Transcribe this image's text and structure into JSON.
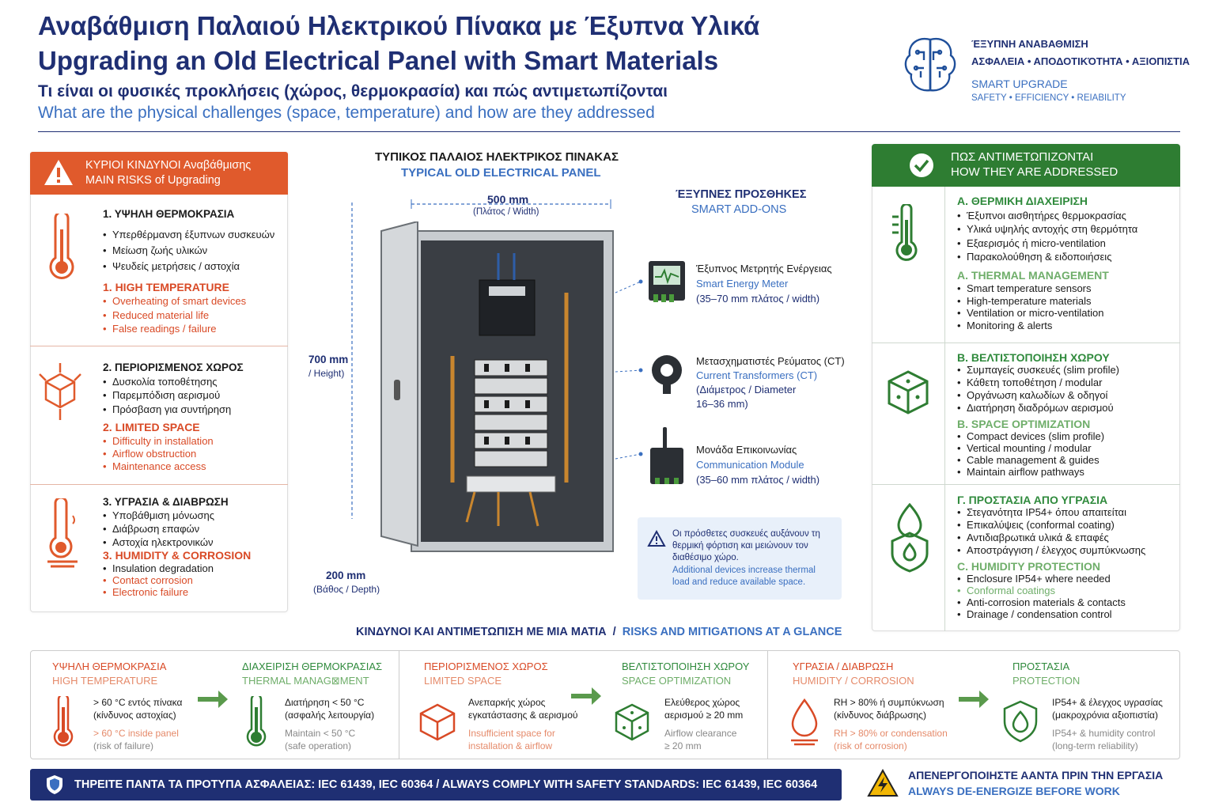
{
  "header": {
    "title_el": "Αναβάθμιση Παλαιού Ηλεκτρικού Πίνακα με Έξυπνα Υλικά",
    "title_en": "Upgrading an Old Electrical Panel with Smart Materials",
    "subtitle_el": "Τι είναι οι φυσικές προκλήσεις (χώρος, θερμοκρασία) και πώς αντιμετωπίζονται",
    "subtitle_en": "What are the physical challenges (space, temperature) and how are they addressed"
  },
  "logo": {
    "line1": "ΈΞΥΠΝΗ ΑΝΑΒΑΘΜΙΣΗ",
    "line2": "ΑΣΦΑΛΕΙΑ • ΑΠΟΔΟΤΙΚΌΤΗΤΑ • ΑΞΙΟΠΙΣΤΙΑ",
    "line3": "SMART UPGRADE",
    "line4": "SAFETY • EFFICIENCY • REIABILITY"
  },
  "risks": {
    "head_el": "ΚΥΡΙΟΙ ΚΙΝΔΥΝΟΙ Αναβάθμισης",
    "head_en": "MAIN RISKS of Upgrading",
    "items": [
      {
        "title_el": "1. ΥΨΗΛΗ ΘΕΡΜΟΚΡΑΣΙΑ",
        "bul_el": [
          "Υπερθέρμανση έξυπνων συσκευών",
          "Μείωση ζωής υλικών",
          "Ψευδείς μετρήσεις / αστοχία"
        ],
        "title_en": "1. HIGH TEMPERATURE",
        "bul_en": [
          "Overheating of smart devices",
          "Reduced material life",
          "False readings / failure"
        ]
      },
      {
        "title_el": "2. ΠΕΡΙΟΡΙΣΜΕΝΟΣ ΧΩΡΟΣ",
        "bul_el": [
          "Δυσκολία τοποθέτησης",
          "Παρεμπόδιση αερισμού",
          "Πρόσβαση για συντήρηση"
        ],
        "title_en": "2. LIMITED SPACE",
        "bul_en": [
          "Difficulty in installation",
          "Airflow obstruction",
          "Maintenance access"
        ]
      },
      {
        "title_el": "3. ΥΓΡΑΣΙΑ & ΔΙΑΒΡΩΣΗ",
        "bul_el": [
          "Υποβάθμιση μόνωσης",
          "Διάβρωση επαφών",
          "Αστοχία ηλεκτρονικών"
        ],
        "title_en": "3. HUMIDITY & CORROSION",
        "bul_en": [
          "Insulation degradation",
          "Contact corrosion",
          "Electronic failure"
        ]
      }
    ]
  },
  "panel": {
    "head_el": "ΤΥΠΙΚΟΣ ΠΑΛΑΙΟΣ ΗΛΕΚΤΡΙΚΟΣ ΠΙΝΑΚΑΣ",
    "head_en": "TYPICAL OLD ELECTRICAL PANEL",
    "width": "500 mm",
    "width_sub": "(Πλάτος / Width)",
    "height": "700 mm",
    "height_sub": "/ Height)",
    "depth": "200 mm",
    "depth_sub": "(Βάθος / Depth)"
  },
  "addons": {
    "head_el": "ΈΞΥΠΝΕΣ ΠΡΟΣΘΗΚΕΣ",
    "head_en": "SMART ADD-ONS",
    "items": [
      {
        "el": "Έξυπνος Μετρητής Ενέργειας",
        "en": "Smart Energy Meter",
        "dim": "(35–70 mm πλάτος / width)"
      },
      {
        "el": "Μετασχηματιστές Ρεύματος (CT)",
        "en": "Current Transformers (CT)",
        "dim": "(Διάμετρος / Diameter",
        "dim2": "16–36 mm)"
      },
      {
        "el": "Μονάδα Επικοινωνίας",
        "en": "Communication Module",
        "dim": "(35–60 mm πλάτος / width)"
      }
    ],
    "note_el": "Οι πρόσθετες συσκευές αυξάνουν τη θερμική φόρτιση και μειώνουν τον διαθέσιμο χώρο.",
    "note_en": "Additional devices increase thermal load and reduce available space."
  },
  "solutions": {
    "head_el": "ΠΩΣ ΑΝΤΙΜΕΤΩΠΙΖΟΝΤΑΙ",
    "head_en": "HOW THEY ARE ADDRESSED",
    "items": [
      {
        "title_el": "Α. ΘΕΡΜΙΚΗ ΔΙΑΧΕΙΡΙΣΗ",
        "bul_el": [
          "Έξυπνοι αισθητήρες θερμοκρασίας",
          "Υλικά υψηλής αντοχής στη θερμότητα",
          "Εξαερισμός ή micro-ventilation",
          "Παρακολούθηση & ειδοποιήσεις"
        ],
        "title_en": "A. THERMAL MANAGEMENT",
        "bul_en": [
          "Smart temperature sensors",
          "High-temperature materials",
          "Ventilation or micro-ventilation",
          "Monitoring & alerts"
        ]
      },
      {
        "title_el": "Β. ΒΕΛΤΙΣΤΟΠΟΙΗΣΗ ΧΩΡΟΥ",
        "bul_el": [
          "Συμπαγείς συσκευές (slim profile)",
          "Κάθετη τοποθέτηση / modular",
          "Οργάνωση καλωδίων & οδηγοί",
          "Διατήρηση διαδρόμων αερισμού"
        ],
        "title_en": "B. SPACE OPTIMIZATION",
        "bul_en": [
          "Compact devices (slim profile)",
          "Vertical mounting / modular",
          "Cable management & guides",
          "Maintain airflow pathways"
        ]
      },
      {
        "title_el": "Γ. ΠΡΟΣΤΑΣΙΑ ΑΠΟ ΥΓΡΑΣΙΑ",
        "bul_el": [
          "Στεγανότητα IP54+ όπου απαιτείται",
          "Επικαλύψεις (conformal coating)",
          "Αντιδιαβρωτικά υλικά & επαφές",
          "Αποστράγγιση / έλεγχος συμπύκνωσης"
        ],
        "title_en": "C. HUMIDITY PROTECTION",
        "bul_en": [
          "Enclosure IP54+ where needed",
          "Conformal coatings",
          "Anti-corrosion materials & contacts",
          "Drainage / condensation control"
        ]
      }
    ]
  },
  "glance": {
    "head_el": "ΚΙΝΔΥΝΟΙ ΚΑΙ ΑΝΤΙΜΕΤΩΠΙΣΗ ΜΕ ΜΙΑ ΜΑΤΙΑ",
    "sep": "/",
    "head_en": "RISKS AND MITIGATIONS AT A GLANCE",
    "cols": [
      {
        "t1": "ΥΨΗΛΗ ΘΕΡΜΟΚΡΑΣΙΑ",
        "t2": "HIGH TEMPERATURE",
        "a": "> 60 °C εντός πίνακα",
        "b": "(κίνδυνος αστοχίας)",
        "c": "> 60 °C inside panel",
        "d": "(risk of failure)"
      },
      {
        "t1": "ΔΙΑΧΕΙΡΙΣΗ ΘΕΡΜΟΚΡΑΣΙΑΣ",
        "t2": "THERMAL MANAG⊠MENT",
        "a": "Διατήρηση < 50 °C",
        "b": "(ασφαλής λειτουργία)",
        "c": "Maintain < 50 °C",
        "d": "(safe operation)"
      },
      {
        "t1": "ΠΕΡΙΟΡΙΣΜΕΝΟΣ ΧΩΡΟΣ",
        "t2": "LIMITED SPACE",
        "a": "Ανεπαρκής χώρος",
        "b": "εγκατάστασης & αερισμού",
        "c": "Insufficient space for",
        "d": "installation & airflow"
      },
      {
        "t1": "ΒΕΛΤΙΣΤΟΠΟΙΗΣΗ ΧΩΡΟΥ",
        "t2": "SPACE OPTIMIZATION",
        "a": "Ελεύθερος χώρος",
        "b": "αερισμού ≥ 20 mm",
        "c": "Airflow clearance",
        "d": "≥ 20 mm"
      },
      {
        "t1": "ΥΓΡΑΣΙΑ / ΔΙΑΒΡΩΣΗ",
        "t2": "HUMIDITY / CORROSION",
        "a": "RH > 80% ή συμπύκνωση",
        "b": "(κίνδυνος διάβρωσης)",
        "c": "RH > 80% or condensation",
        "d": "(risk of corrosion)"
      },
      {
        "t1": "ΠΡΟΣΤΑΣΙΑ",
        "t2": "PROTECTION",
        "a": "IP54+ & έλεγχος υγρασίας",
        "b": "(μακροχρόνια αξιοπιστία)",
        "c": "IP54+ & humidity control",
        "d": "(long-term reliability)"
      }
    ]
  },
  "footer": {
    "banner": "ΤΗΡΕΙΤΕ ΠΑΝΤΑ ΤΑ ΠΡΟΤΥΠΑ ΑΣΦΑΛΕΙΑΣ: IEC 61439, IEC 60364  /  ALWAYS COMPLY WITH SAFETY STANDARDS: IEC 61439, IEC 60364",
    "warn_el": "ΑΠΕΝΕΡΓΟΠΟΙΗΣΤΕ ΑΑΝΤΑ ΠΡΙΝ ΤΗΝ ΕΡΓΑΣΙΑ",
    "warn_en": "ALWAYS DE-ENERGIZE BEFORE WORK"
  }
}
